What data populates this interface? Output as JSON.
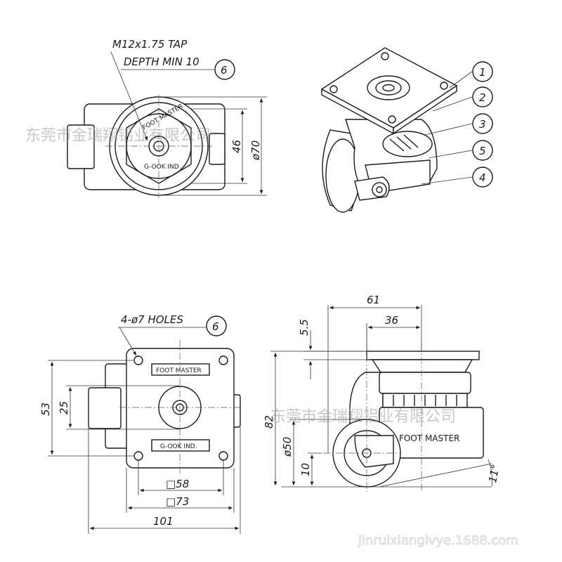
{
  "top_view": {
    "tap_line1": "M12x1.75 TAP",
    "tap_line2": "DEPTH MIN 10",
    "tap_callout": "6",
    "dim_46": "46",
    "dim_70": "ø70",
    "brand_top": "FOOT MASTER",
    "brand_bottom": "G-OOK IND."
  },
  "iso_view": {
    "callouts": [
      "1",
      "2",
      "3",
      "5",
      "4"
    ]
  },
  "plan_view": {
    "holes_label": "4-ø7 HOLES",
    "holes_callout": "6",
    "plate_top_text": "FOOT MASTER",
    "plate_bottom_text": "G-OOK IND.",
    "dim_53": "53",
    "dim_25": "25",
    "dim_58": "□58",
    "dim_73": "□73",
    "dim_101": "101"
  },
  "side_view": {
    "dim_61": "61",
    "dim_36": "36",
    "dim_5_5": "5.5",
    "dim_82": "82",
    "dim_50": "ø50",
    "dim_10": "10",
    "dim_11": "11°",
    "body_text": "FOOT MASTER"
  },
  "watermark": {
    "text1": "东莞市金瑞翔铝业有限公司",
    "text2": "东莞市金瑞翔铝业有限公司",
    "url": "jinruixianglvye.1688.com"
  }
}
